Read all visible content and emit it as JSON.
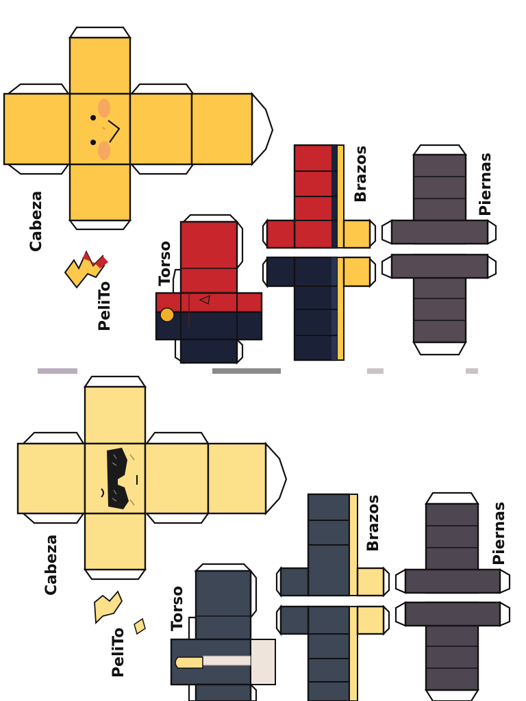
{
  "colors": {
    "head_top": "#fec94b",
    "head_bottom": "#fde08a",
    "torso_red": "#c7262c",
    "torso_navy": "#1b2238",
    "arm_red": "#c7262c",
    "arm_navy": "#1b2238",
    "arm_yellow": "#fec94b",
    "leg_gray": "#564a55",
    "leg_gray2": "#4e4650",
    "slate": "#3d4756",
    "tab": "#ffffff",
    "outline": "#111111",
    "crown_yellow": "#fec94b",
    "crown_red": "#c7262c"
  },
  "labels": {
    "head": "Cabeza",
    "torso": "Torso",
    "arms": "Brazos",
    "legs": "Piernas",
    "hair": "PeliTo",
    "hair_small_o": "o"
  }
}
